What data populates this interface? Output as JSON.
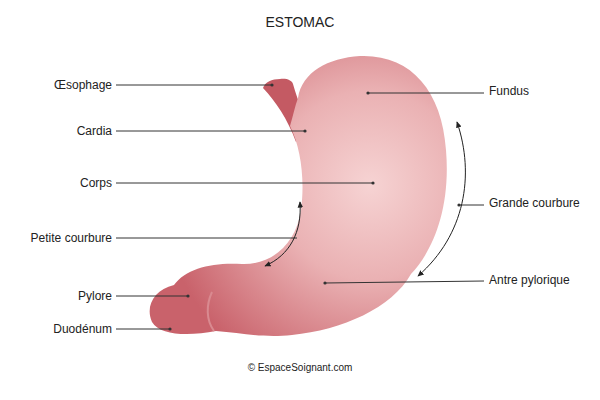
{
  "diagram": {
    "title": "ESTOMAC",
    "labels": [
      "Œsophage",
      "Cardia",
      "Corps",
      "Petite courbure",
      "Pylore",
      "Duodénum",
      "Fundus",
      "Grande courbure",
      "Antre pylorique",
      "© EspaceSoignant.com"
    ]
  }
}
